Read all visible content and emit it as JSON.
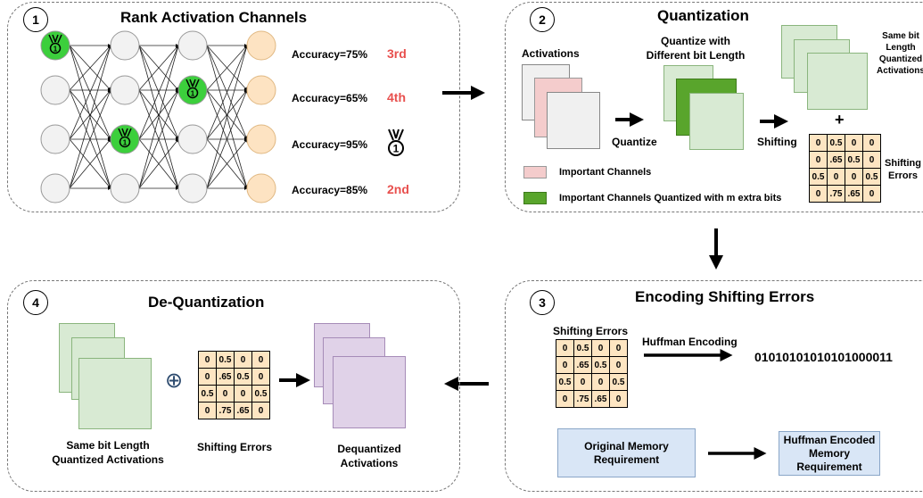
{
  "panel1": {
    "number": "1",
    "title": "Rank Activation Channels",
    "rows": [
      {
        "accuracy": "Accuracy=75%",
        "rank": "3rd"
      },
      {
        "accuracy": "Accuracy=65%",
        "rank": "4th"
      },
      {
        "accuracy": "Accuracy=95%",
        "rank": ""
      },
      {
        "accuracy": "Accuracy=85%",
        "rank": "2nd"
      }
    ],
    "colors": {
      "rank_text": "#e8504e",
      "highlight_node": "#3ccf3c",
      "output_node": "#fde3c2"
    }
  },
  "panel2": {
    "number": "2",
    "title": "Quantization",
    "activations_label": "Activations",
    "quantize_label": "Quantize",
    "quantize_with_label": "Quantize with Different bit Length",
    "same_bit_label": "Same bit Length Quantized Activations",
    "shifting_label": "Shifting",
    "plus": "+",
    "shifting_errors_label": "Shifting Errors",
    "legend_important": "Important Channels",
    "legend_quantized": "Important Channels Quantized with m extra bits"
  },
  "panel3": {
    "number": "3",
    "title": "Encoding Shifting Errors",
    "shifting_errors_label": "Shifting Errors",
    "huffman_label": "Huffman Encoding",
    "bitstring": "01010101010101000011",
    "original_memory": "Original Memory Requirement",
    "huffman_memory": "Huffman Encoded Memory Requirement"
  },
  "panel4": {
    "number": "4",
    "title": "De-Quantization",
    "oplus": "⊕",
    "same_bit_label": "Same bit Length Quantized Activations",
    "shifting_errors_label": "Shifting Errors",
    "dequantized_label": "Dequantized Activations"
  },
  "error_matrix": [
    [
      "0",
      "0.5",
      "0",
      "0"
    ],
    [
      "0",
      ".65",
      "0.5",
      "0"
    ],
    [
      "0.5",
      "0",
      "0",
      "0.5"
    ],
    [
      "0",
      ".75",
      ".65",
      "0"
    ]
  ]
}
